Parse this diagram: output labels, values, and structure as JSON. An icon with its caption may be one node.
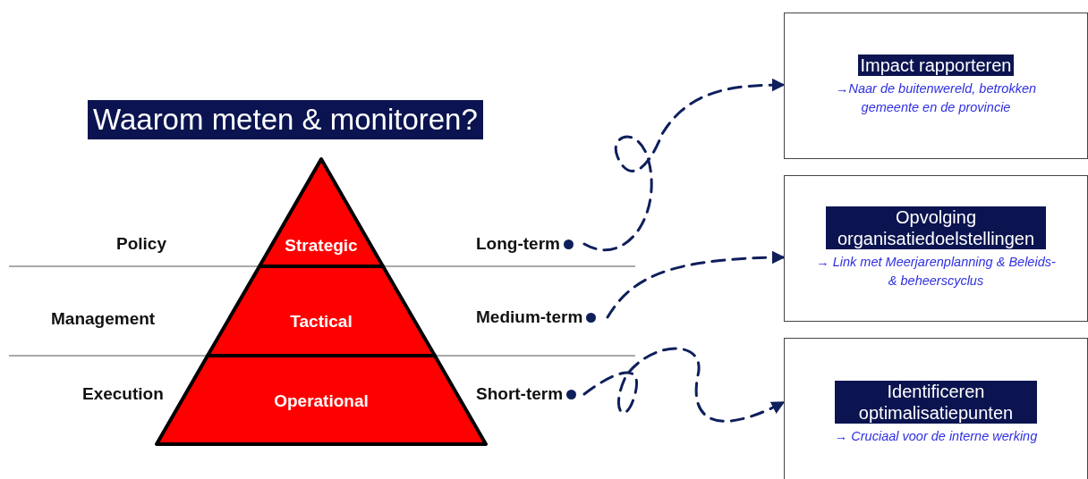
{
  "diagram": {
    "title": "Waarom meten & monitoren?",
    "nodes": [
      {
        "text": [
          "Strategic"
        ]
      },
      {
        "text": [
          "Tactical"
        ]
      },
      {
        "text": [
          "Operational"
        ]
      },
      {
        "text": [
          "Long-term"
        ]
      },
      {
        "text": [
          "Medium-term"
        ]
      },
      {
        "text": [
          "Short-term"
        ]
      },
      {
        "text": [
          "Impact rapporteren",
          "→Naar de buitenwereld, betrokken gemeente en de provincie"
        ]
      },
      {
        "text": [
          "Opvolging organisatiedoelstellingen",
          "→ Link met Meerjarenplanning & Beleids- & beheerscyclus"
        ]
      },
      {
        "text": [
          "Identificeren optimalisatiepunten",
          "→ Cruciaal voor de interne werking"
        ]
      }
    ],
    "edges": [
      {
        "from": 3,
        "to": 6,
        "arrow": "to",
        "style": "dashed"
      },
      {
        "from": 4,
        "to": 7,
        "arrow": "to",
        "style": "dashed"
      },
      {
        "from": 5,
        "to": 8,
        "arrow": "to",
        "style": "dashed"
      }
    ],
    "labels": [
      "Policy",
      "Management",
      "Execution"
    ]
  }
}
